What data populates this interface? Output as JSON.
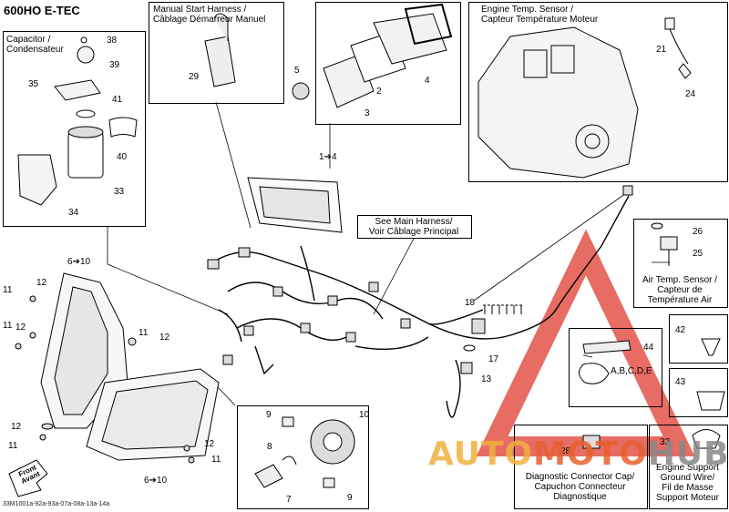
{
  "model_title": "600HO E-TEC",
  "reference_code": "33M1001a-92a-93a-07a-08a-13a-14a",
  "callouts": {
    "capacitor": "Capacitor /\nCondensateur",
    "manual_start": "Manual Start Harness /\nCâblage Démarreur Manuel",
    "engine_temp": "Engine Temp. Sensor /\nCapteur Température Moteur",
    "see_main": "See Main Harness/\nVoir Câblage Principal",
    "air_temp": "Air Temp. Sensor /\nCapteur de\nTempérature Air",
    "diag_cap": "Diagnostic Connector Cap/\nCapuchon Connecteur\nDiagnostique",
    "engine_support": "Engine Support\nGround Wire/\nFil de Masse\nSupport Moteur",
    "front": "Front\nAvant"
  },
  "part_numbers": {
    "n1to4": "1➔4",
    "n2": "2",
    "n3": "3",
    "n4": "4",
    "n5": "5",
    "n6to10a": "6➔10",
    "n6to10b": "6➔10",
    "n7": "7",
    "n8": "8",
    "n9a": "9",
    "n9b": "9",
    "n10": "10",
    "n11a": "11",
    "n11b": "11",
    "n11c": "11",
    "n11d": "11",
    "n11e": "11",
    "n12a": "12",
    "n12b": "12",
    "n12c": "12",
    "n12d": "12",
    "n13": "13",
    "n17": "17",
    "n18": "18",
    "n21": "21",
    "n24": "24",
    "n25": "25",
    "n26": "26",
    "n28": "28",
    "n29": "29",
    "n32": "32",
    "n33": "33",
    "n34": "34",
    "n35": "35",
    "n38": "38",
    "n39": "39",
    "n40": "40",
    "n41": "41",
    "n42": "42",
    "n43": "43",
    "n44": "44",
    "abcde": "A,B,C,D,E"
  },
  "watermark": {
    "text_a": "AUTO",
    "text_b": "MOTO",
    "text_c": "HUB"
  }
}
